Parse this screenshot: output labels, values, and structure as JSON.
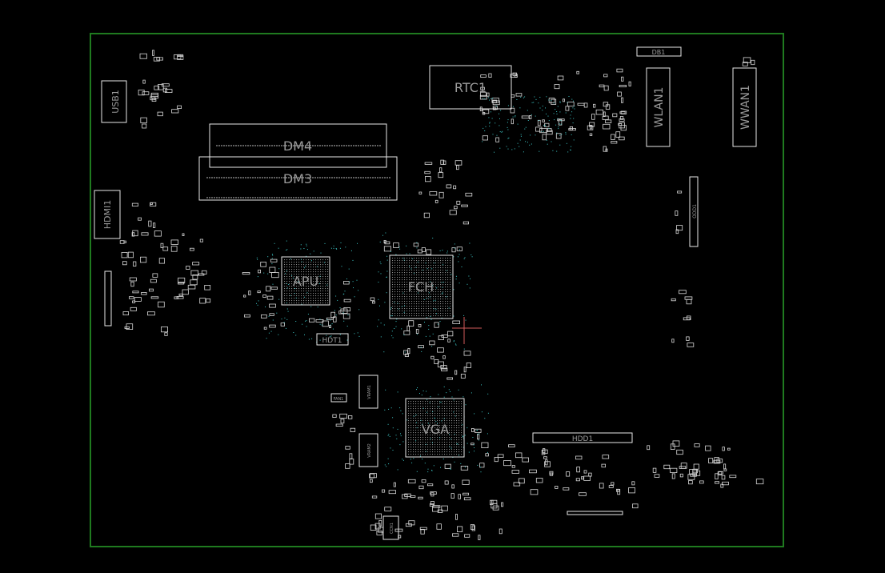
{
  "colors": {
    "background": "#000000",
    "board_outline": "#1f7a1f",
    "silk": "#e8e8e8",
    "label": "#9a9a9a",
    "via": "#3cc6c6",
    "marker": "#d05a5a"
  },
  "labels": {
    "usb": "USB1",
    "hdmi": "HDMI1",
    "dm4": "DM4",
    "dm3": "DM3",
    "rtc": "RTC1",
    "db1": "DB1",
    "wlan": "WLAN1",
    "wwan": "WWAN1",
    "odd": "ODD1",
    "apu": "APU",
    "fch": "FCH",
    "hdt": "HDT1",
    "vga": "VGA",
    "hdd": "HDD1",
    "fan": "FAN1",
    "vram_a": "VRAM1",
    "vram_b": "VRAM2",
    "ccn": "CCN1"
  }
}
